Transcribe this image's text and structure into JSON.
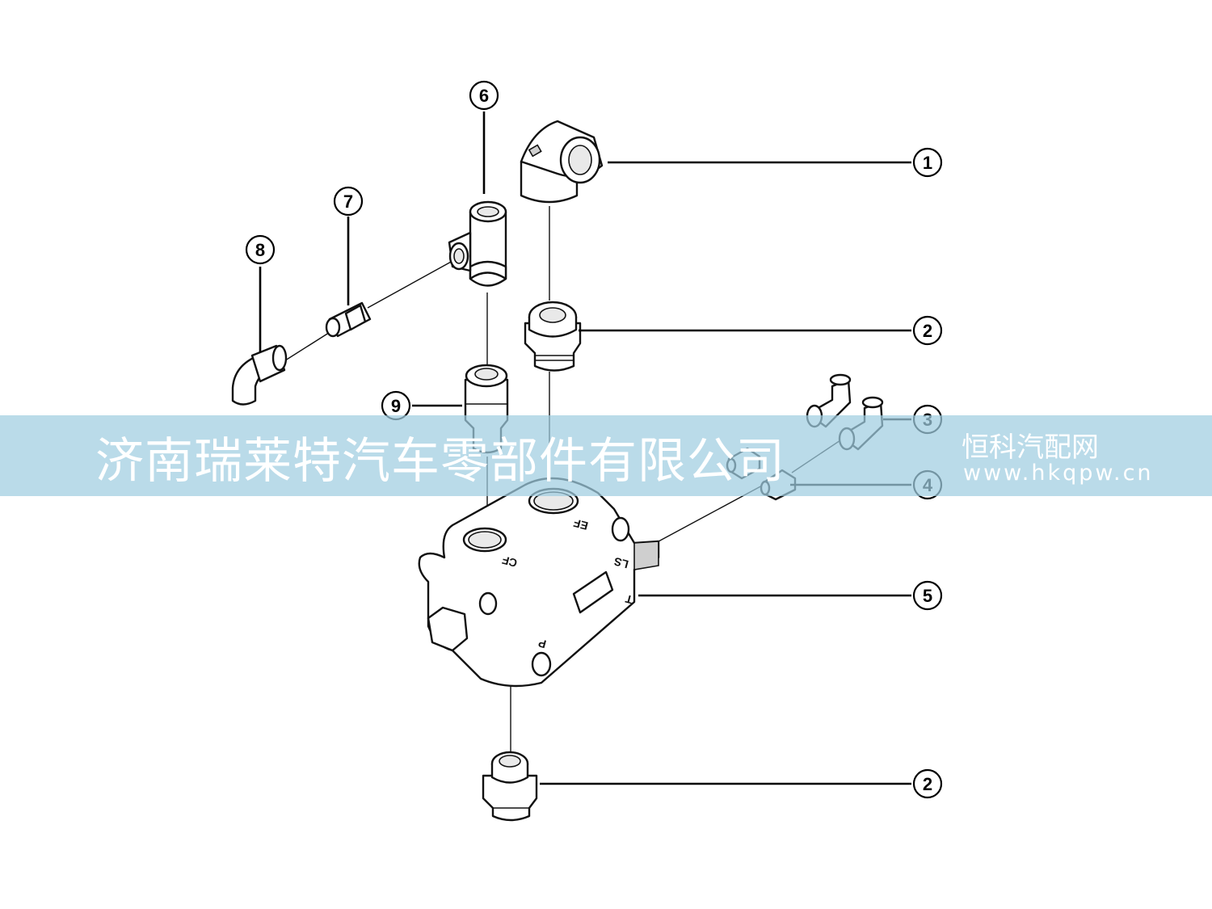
{
  "callouts": {
    "c1": "1",
    "c2_upper": "2",
    "c2_lower": "2",
    "c3": "3",
    "c4": "4",
    "c5": "5",
    "c6": "6",
    "c7": "7",
    "c8": "8",
    "c9": "9"
  },
  "port_labels": {
    "cf": "CF",
    "ef": "EF",
    "ls": "LS",
    "t": "T",
    "p": "P"
  },
  "watermark": {
    "company": "济南瑞莱特汽车零部件有限公司",
    "site_name": "恒科汽配网",
    "url": "www.hkqpw.cn"
  }
}
